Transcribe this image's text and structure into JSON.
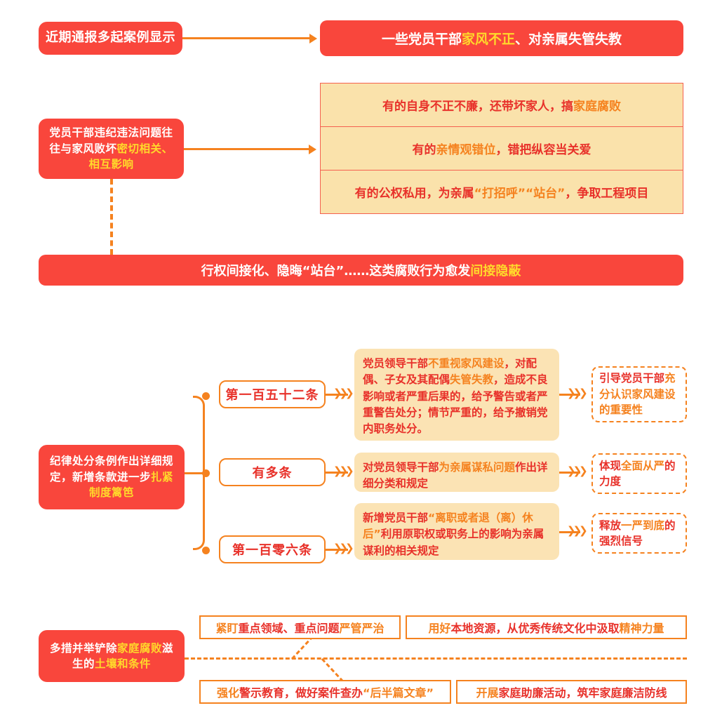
{
  "section1": {
    "source_box": "近期通报多起案例显示",
    "headline": {
      "part1": "一些党员干部",
      "highlight": "家风不正",
      "part2": "、对亲属失管失教"
    }
  },
  "section2": {
    "left_box": {
      "part1": "党员干部违纪违法问题往往与家风败坏",
      "highlight": "密切相关、相互影响"
    },
    "rows": [
      {
        "p1": "有的自身不正不廉，还带坏家人，搞",
        "h": "家庭腐败",
        "p2": ""
      },
      {
        "p1": "有的",
        "h": "亲情观错位",
        "p2": "，错把纵容当关爱"
      },
      {
        "p1": "有的公权私用，为亲属",
        "h": "“打招呼”“站台”",
        "p2": "，争取工程项目"
      }
    ],
    "banner": {
      "part1": "行权间接化、隐晦“站台”……这类腐败行为愈发",
      "highlight": "间接隐蔽"
    }
  },
  "section3": {
    "left_box": {
      "part1": "纪律处分条例作出详细规定，新增条款进一步",
      "highlight": "扎紧制度篱笆"
    },
    "branches": [
      {
        "label": "第一百五十二条",
        "content": {
          "p1": "党员领导干部",
          "h1": "不重视家风建设",
          "p2": "，对配偶、子女及其配偶",
          "h2": "失管失教",
          "p3": "，造成不良影响或者严重后果的，给予警告或者严重警告处分；情节严重的，给予撤销党内职务处分。"
        },
        "note": {
          "p1": "引导党员干部",
          "h": "充分认识家风建设的重要性",
          "p2": ""
        }
      },
      {
        "label": "有多条",
        "content": {
          "p1": "对党员领导干部",
          "h1": "为亲属谋私问题",
          "p2": "作出详细分类和规定",
          "h2": "",
          "p3": ""
        },
        "note": {
          "p1": "体现",
          "h": "全面从严",
          "p2": "的力度"
        }
      },
      {
        "label": "第一百零六条",
        "content": {
          "p1": "新增党员干部",
          "h1": "“离职或者退（离）休后”",
          "p2": "利用原职权或职务上的影响为亲属谋利的相关规定",
          "h2": "",
          "p3": ""
        },
        "note": {
          "p1": "释放",
          "h": "一严到底",
          "p2": "的强烈信号"
        }
      }
    ],
    "chevron": "❯❯❯"
  },
  "section4": {
    "left_box": {
      "p1": "多措并举铲除",
      "h1": "家庭腐败",
      "p2": "滋生的",
      "h2": "土壤和条件"
    },
    "measures": [
      {
        "p1": "紧盯",
        "h": "重点领域、重点问题",
        "p2": "严管严治",
        "p2_color": "o"
      },
      {
        "p1": "用好",
        "h": "本地资源，从优秀传统文化中汲取",
        "p2": "精神力量",
        "p2_color": "o"
      },
      {
        "p1": "强化",
        "h": "警示教育，做好案件查办",
        "p2": "“后半篇文章”",
        "p2_color": "o"
      },
      {
        "p1": "开展",
        "h": "家庭助廉活动，筑牢家庭廉洁防线",
        "p2": "",
        "p2_color": "o"
      }
    ]
  },
  "colors": {
    "red": "#f9463c",
    "orange": "#f5821f",
    "yellow": "#ffd92b",
    "deep_red": "#e8312a",
    "cream": "#fae2ab"
  }
}
